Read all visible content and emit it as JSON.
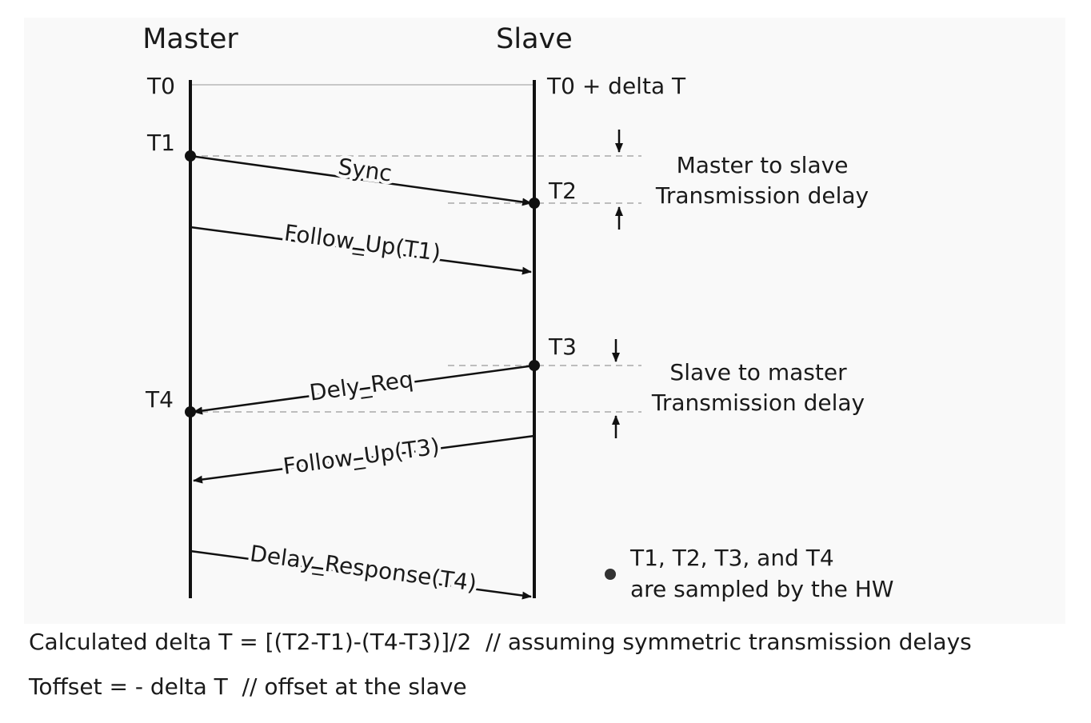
{
  "participants": {
    "left": "Master",
    "right": "Slave"
  },
  "timestamps": {
    "t0_master": "T0",
    "t0_slave": "T0 + delta T",
    "t1": "T1",
    "t2": "T2",
    "t3": "T3",
    "t4": "T4"
  },
  "messages": {
    "sync": "Sync",
    "follow_up_t1": "Follow_Up(T1)",
    "delay_req": "Dely_Req",
    "follow_up_t3": "Follow_Up(T3)",
    "delay_response": "Delay_Response(T4)"
  },
  "delays": {
    "m2s_line1": "Master to slave",
    "m2s_line2": "Transmission delay",
    "s2m_line1": "Slave to master",
    "s2m_line2": "Transmission delay"
  },
  "legend": {
    "line1": "T1, T2, T3, and T4",
    "line2": "are sampled by the HW"
  },
  "formulas": {
    "calc": "Calculated delta T = [(T2-T1)-(T4-T3)]/2  // assuming symmetric transmission delays",
    "offset": "Toffset = - delta T  // offset at the slave"
  },
  "colors": {
    "line": "#111111",
    "guide": "#bdbdbd",
    "background": "#f9f9f9"
  }
}
